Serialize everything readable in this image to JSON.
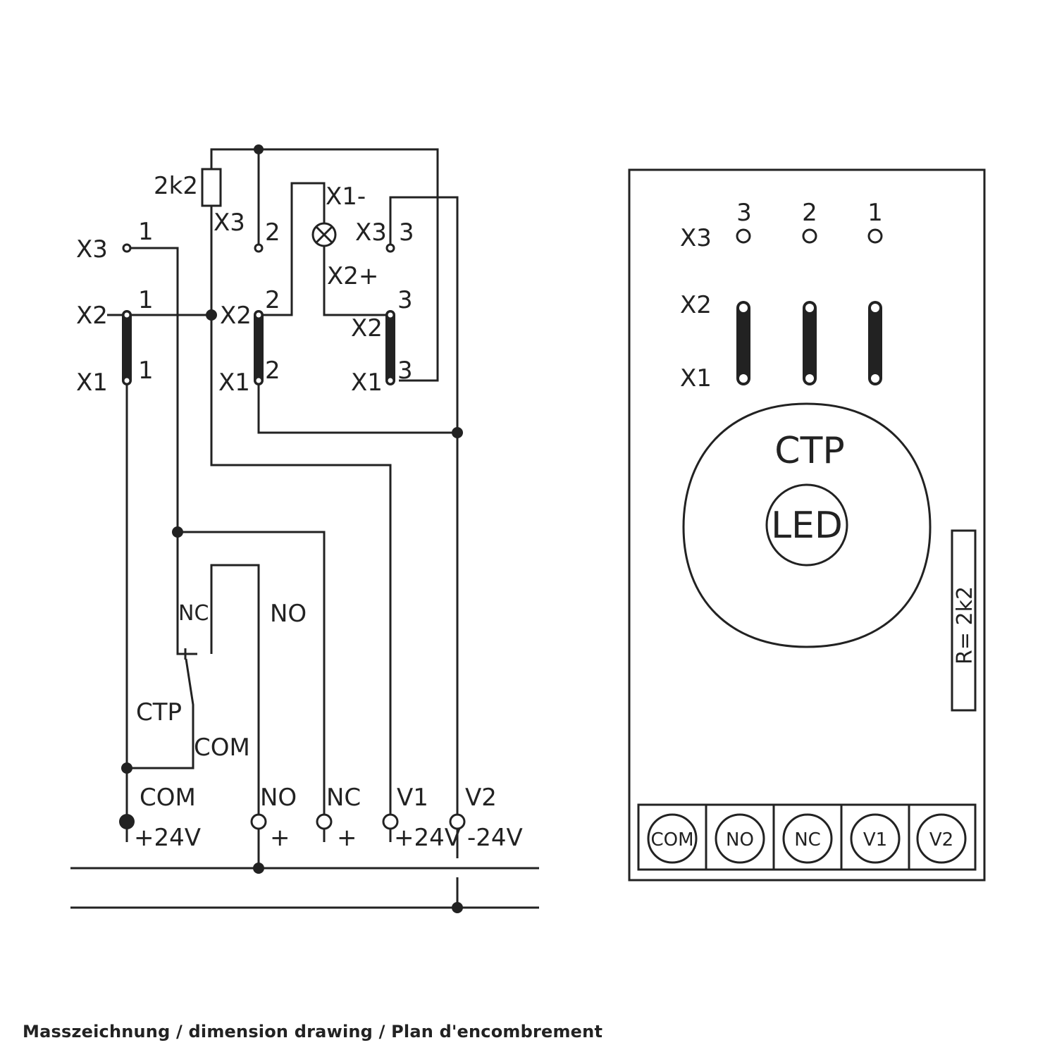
{
  "caption": "Masszeichnung / dimension drawing / Plan d'encombrement",
  "schematic": {
    "resistor_label": "2k2",
    "x3_row": {
      "label": "X3",
      "left_pin": "1",
      "mid_label": "X3",
      "mid_pin": "2",
      "right_label": "X3",
      "right_pin": "3"
    },
    "x2_row": {
      "label": "X2",
      "left_pin": "1",
      "mid_label": "X2",
      "mid_pin": "2",
      "right_label": "X2",
      "right_pin": "3"
    },
    "x1_row": {
      "label": "X1",
      "left_pin": "1",
      "mid_label": "X1",
      "mid_pin": "2",
      "right_label": "X1",
      "right_pin": "3"
    },
    "led_minus": "X1-",
    "led_plus": "X2+",
    "relay": {
      "nc": "NC",
      "no": "NO",
      "ctp": "CTP",
      "com": "COM"
    },
    "terminals": [
      {
        "name": "COM",
        "polarity": "+24V"
      },
      {
        "name": "NO",
        "polarity": "+"
      },
      {
        "name": "NC",
        "polarity": "+"
      },
      {
        "name": "V1",
        "polarity": "+24V"
      },
      {
        "name": "V2",
        "polarity": "-24V"
      }
    ]
  },
  "board": {
    "pin_numbers": [
      "3",
      "2",
      "1"
    ],
    "row_labels": {
      "x3": "X3",
      "x2": "X2",
      "x1": "X1"
    },
    "ctp_label": "CTP",
    "led_label": "LED",
    "resistor_text": "R= 2k2",
    "terminals": [
      "COM",
      "NO",
      "NC",
      "V1",
      "V2"
    ]
  }
}
